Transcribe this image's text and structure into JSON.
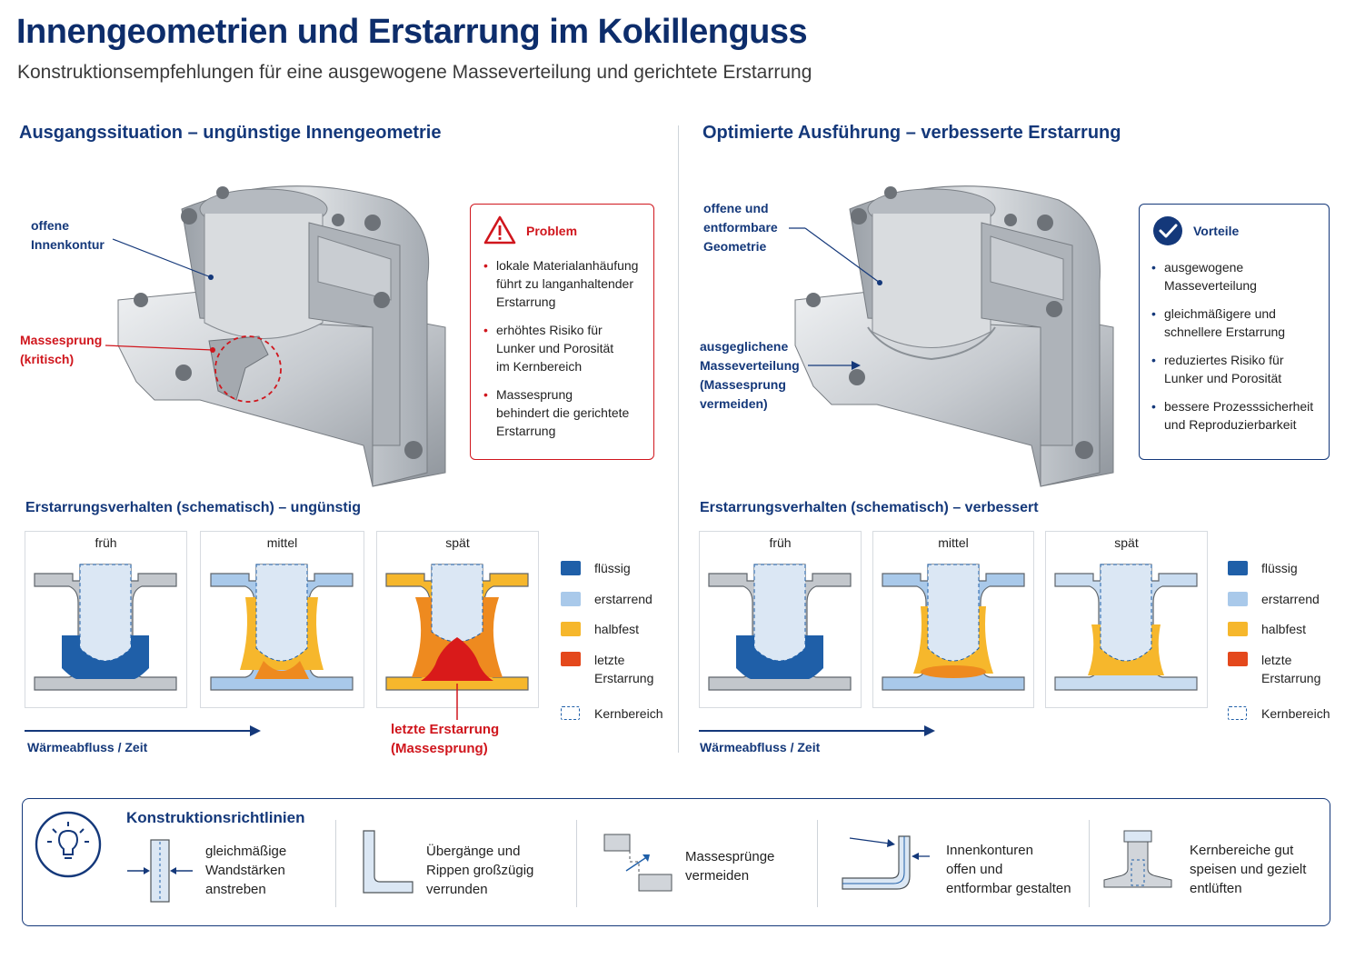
{
  "header": {
    "title": "Innengeometrien und Erstarrung im Kokillenguss",
    "subtitle": "Konstruktionsempfehlungen für eine ausgewogene Masseverteilung und gerichtete Erstarrung"
  },
  "left": {
    "title": "Ausgangssituation – ungünstige Innengeometrie",
    "callout_inner": [
      "offene",
      "Innenkontur"
    ],
    "callout_mass": [
      "Massesprung",
      "(kritisch)"
    ],
    "problem": {
      "heading": "Problem",
      "bullets": [
        [
          "lokale Materialanhäufung",
          "führt zu langanhaltender",
          "Erstarrung"
        ],
        [
          "erhöhtes Risiko für",
          "Lunker und Porosität",
          "im Kernbereich"
        ],
        [
          "Massesprung",
          "behindert die gerichtete",
          "Erstarrung"
        ]
      ]
    },
    "solid_title": "Erstarrungsverhalten (schematisch) – ungünstig",
    "stages": [
      "früh",
      "mittel",
      "spät"
    ],
    "flow_label": "Wärmeabfluss / Zeit",
    "last_callout": [
      "letzte Erstarrung",
      "(Massesprung)"
    ]
  },
  "right": {
    "title": "Optimierte Ausführung – verbesserte Erstarrung",
    "callout_open": [
      "offene und",
      "entformbare",
      "Geometrie"
    ],
    "callout_balanced": [
      "ausgeglichene",
      "Masseverteilung",
      "(Massesprung",
      "vermeiden)"
    ],
    "benefits": {
      "heading": "Vorteile",
      "bullets": [
        [
          "ausgewogene",
          "Masseverteilung"
        ],
        [
          "gleichmäßigere und",
          "schnellere Erstarrung"
        ],
        [
          "reduziertes Risiko für",
          "Lunker und Porosität"
        ],
        [
          "bessere Prozesssicherheit",
          "und Reproduzierbarkeit"
        ]
      ]
    },
    "solid_title": "Erstarrungsverhalten (schematisch) – verbessert",
    "stages": [
      "früh",
      "mittel",
      "spät"
    ],
    "flow_label": "Wärmeabfluss / Zeit"
  },
  "legend": {
    "items": [
      {
        "label": [
          "flüssig"
        ],
        "color": "#1f5fa8"
      },
      {
        "label": [
          "erstarrend"
        ],
        "color": "#a9c9ea"
      },
      {
        "label": [
          "halbfest"
        ],
        "color": "#f6b72c"
      },
      {
        "label": [
          "letzte",
          "Erstarrung"
        ],
        "color": "#e4481c"
      },
      {
        "label": [
          "Kernbereich"
        ],
        "color": "#1f5fa8",
        "dashed": true
      }
    ]
  },
  "guidelines": {
    "title": "Konstruktionsrichtlinien",
    "items": [
      {
        "icon": "uniform-wall-icon",
        "text": [
          "gleichmäßige",
          "Wandstärken",
          "anstreben"
        ]
      },
      {
        "icon": "fillet-icon",
        "text": [
          "Übergänge und",
          "Rippen großzügig",
          "verrunden"
        ]
      },
      {
        "icon": "step-icon",
        "text": [
          "Massesprünge",
          "vermeiden"
        ]
      },
      {
        "icon": "open-contour-icon",
        "text": [
          "Innenkonturen",
          "offen und",
          "entformbar gestalten"
        ]
      },
      {
        "icon": "core-vent-icon",
        "text": [
          "Kernbereiche gut",
          "speisen und gezielt",
          "entlüften"
        ]
      }
    ]
  },
  "colors": {
    "navy": "#14387a",
    "red": "#d0161d",
    "liquid": "#1f5fa8",
    "solidifying": "#a9c9ea",
    "semisolid": "#f6b72c",
    "last": "#e4481c",
    "metal": "#c3c7cc"
  }
}
